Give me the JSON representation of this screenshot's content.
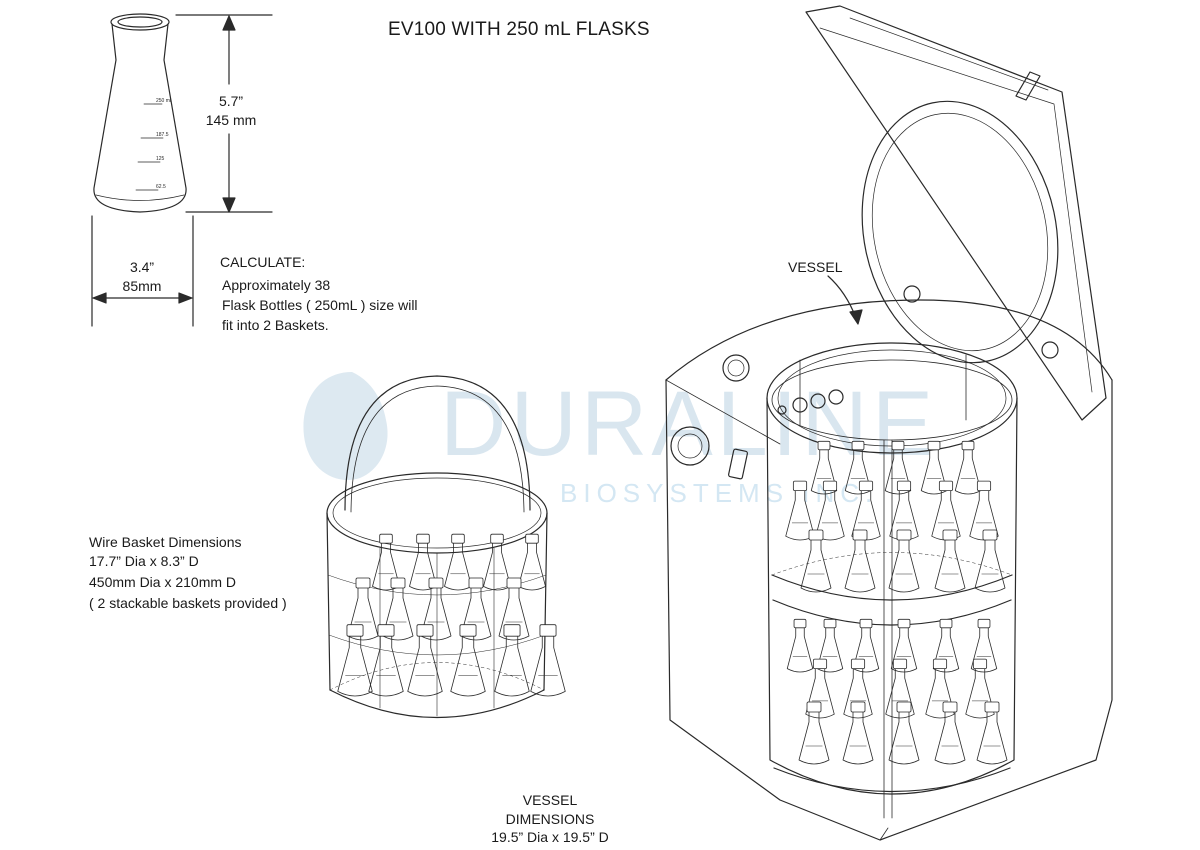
{
  "title": "EV100 WITH 250 mL FLASKS",
  "flask": {
    "height_in": "5.7”",
    "height_mm": "145 mm",
    "width_in": "3.4”",
    "width_mm": "85mm",
    "graduations": [
      "250 ml",
      "187.5",
      "125",
      "62.5"
    ]
  },
  "calculate": {
    "heading": "CALCULATE:",
    "line1": "Approximately  38",
    "line2": "Flask Bottles ( 250mL ) size will",
    "line3": "fit into 2 Baskets."
  },
  "basket": {
    "heading": "Wire Basket Dimensions",
    "line1": "17.7” Dia x 8.3” D",
    "line2": "450mm Dia x 210mm D",
    "line3": "( 2 stackable baskets provided )"
  },
  "vessel_label": "VESSEL",
  "vessel_dims": {
    "line1": "VESSEL",
    "line2": "DIMENSIONS",
    "line3": "19.5” Dia x 19.5” D"
  },
  "watermark": {
    "word": "DURALINE",
    "sub": "BIOSYSTEMS INC."
  },
  "colors": {
    "line": "#2a2a2a",
    "watermark": "#d9e6ef"
  }
}
